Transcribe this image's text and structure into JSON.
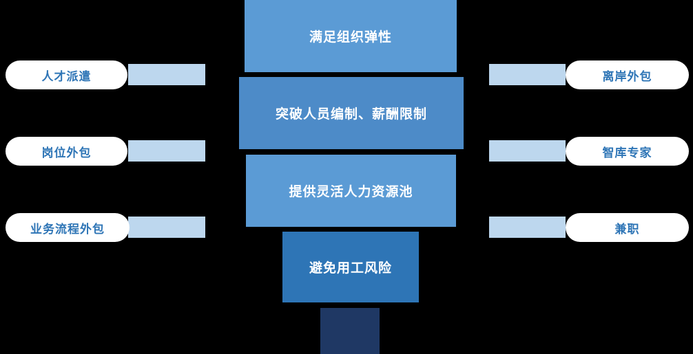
{
  "diagram": {
    "type": "funnel-diagram",
    "colors": {
      "background": "#000000",
      "center_box_light": "#5B9BD5",
      "center_box_mid": "#4D8BC8",
      "center_box_dark": "#2E75B6",
      "bottom_stub": "#1F3864",
      "connector": "#BDD7EE",
      "pill_background": "#FFFFFF",
      "pill_text": "#2E75B6",
      "center_text": "#FFFFFF"
    },
    "center": {
      "items": [
        {
          "label": "满足组织弹性"
        },
        {
          "label": "突破人员编制、薪酬限制"
        },
        {
          "label": "提供灵活人力资源池"
        },
        {
          "label": "避免用工风险"
        }
      ]
    },
    "left": {
      "items": [
        {
          "label": "人才派遣"
        },
        {
          "label": "岗位外包"
        },
        {
          "label": "业务流程外包"
        }
      ]
    },
    "right": {
      "items": [
        {
          "label": "离岸外包"
        },
        {
          "label": "智库专家"
        },
        {
          "label": "兼职"
        }
      ]
    }
  }
}
